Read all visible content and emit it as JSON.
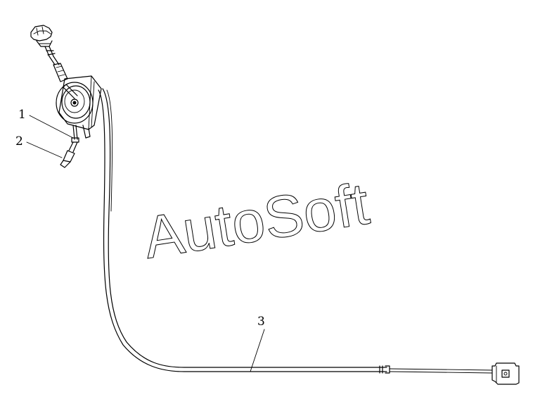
{
  "watermark": {
    "text": "AutoSoft"
  },
  "callouts": [
    {
      "id": "1",
      "label": "1"
    },
    {
      "id": "2",
      "label": "2"
    },
    {
      "id": "3",
      "label": "3"
    }
  ]
}
